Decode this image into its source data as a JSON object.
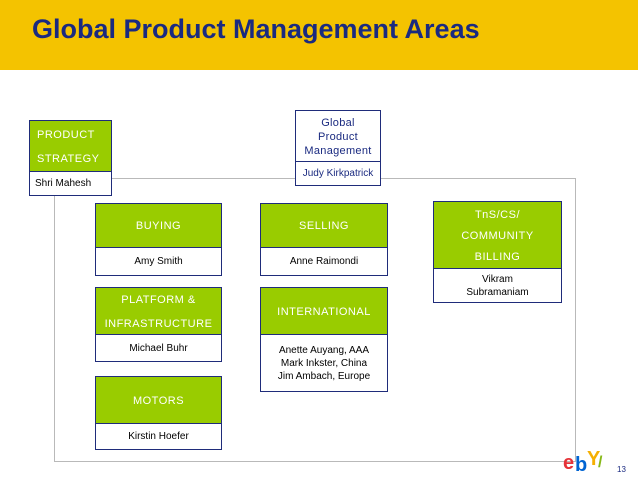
{
  "title": "Global Product Management Areas",
  "page_number": "13",
  "logo_text": "ebY",
  "units": {
    "product_strategy": {
      "label": "PRODUCT\nSTRATEGY",
      "person": "Shri Mahesh"
    },
    "global": {
      "label": "Global\nProduct\nManagement",
      "person": "Judy Kirkpatrick"
    },
    "buying": {
      "label": "BUYING",
      "person": "Amy Smith"
    },
    "selling": {
      "label": "SELLING",
      "person": "Anne Raimondi"
    },
    "tns": {
      "label": "TnS/CS/\nCOMMUNITY\nBILLING",
      "person": "Vikram\nSubramaniam"
    },
    "platform": {
      "label": "PLATFORM &\nINFRASTRUCTURE",
      "person": "Michael Buhr"
    },
    "international": {
      "label": "INTERNATIONAL",
      "person": "Anette Auyang, AAA\nMark Inkster, China\nJim Ambach, Europe"
    },
    "motors": {
      "label": "MOTORS",
      "person": "Kirstin Hoefer"
    }
  },
  "colors": {
    "title_bar": "#f4c300",
    "title_text": "#1a2a80",
    "unit_header": "#99cc00",
    "border": "#1f2c7a"
  }
}
